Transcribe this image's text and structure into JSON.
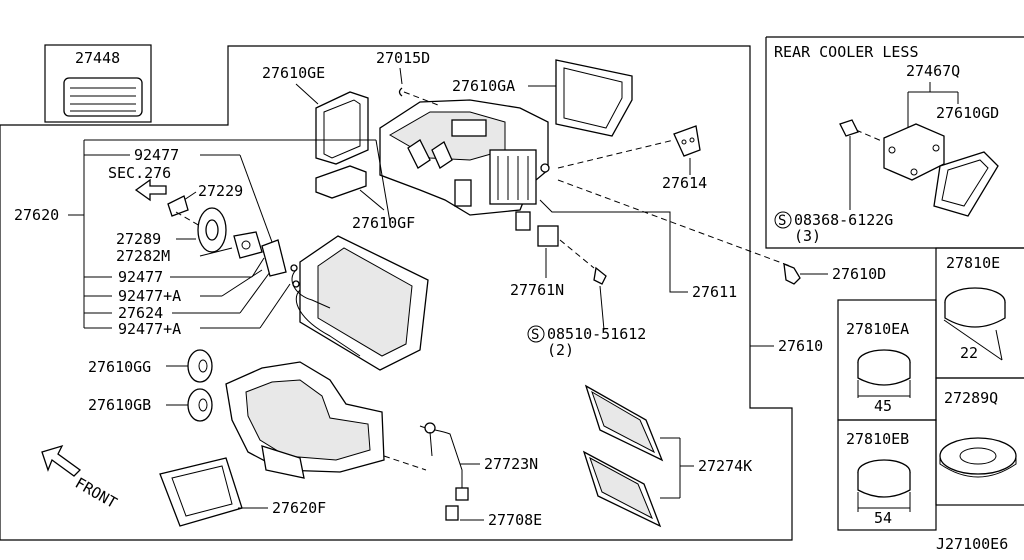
{
  "labels": {
    "p27448": "27448",
    "p27015D": "27015D",
    "p27610GE": "27610GE",
    "p27610GA": "27610GA",
    "p27614": "27614",
    "p27610GF": "27610GF",
    "p92477_top": "92477",
    "sec276": "SEC.276",
    "p27229": "27229",
    "p27620": "27620",
    "p27289": "27289",
    "p27282M": "27282M",
    "p92477_a": "92477",
    "p92477A_1": "92477+A",
    "p27624": "27624",
    "p92477A_2": "92477+A",
    "p27761N": "27761N",
    "p27611": "27611",
    "bolt_08510": "08510-51612",
    "bolt_08510_qty": "(2)",
    "p27610": "27610",
    "p27610D": "27610D",
    "p27610GG": "27610GG",
    "p27610GB": "27610GB",
    "front": "FRONT",
    "p27723N": "27723N",
    "p27274K": "27274K",
    "p27620F": "27620F",
    "p27708E": "27708E",
    "rear_title": "REAR COOLER LESS",
    "p27467Q": "27467Q",
    "p27610GD": "27610GD",
    "bolt_08368": "08368-6122G",
    "bolt_08368_qty": "(3)",
    "p27810E": "27810E",
    "dim_22": "22",
    "p27810EA": "27810EA",
    "dim_45": "45",
    "p27289Q": "27289Q",
    "p27810EB": "27810EB",
    "dim_54": "54",
    "diagram_code": "J27100E6",
    "s_symbol": "S"
  }
}
